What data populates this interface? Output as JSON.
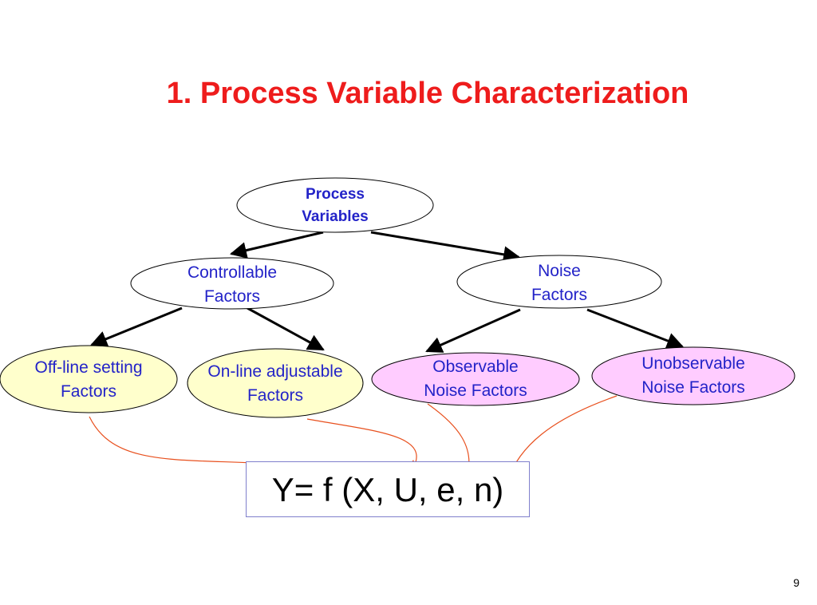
{
  "title": "1. Process Variable Characterization",
  "nodes": {
    "process_variables": {
      "line1": "Process",
      "line2": "Variables"
    },
    "controllable_factors": {
      "line1": "Controllable",
      "line2": "Factors"
    },
    "noise_factors": {
      "line1": "Noise",
      "line2": "Factors"
    },
    "offline_setting": {
      "line1": "Off-line setting",
      "line2": "Factors"
    },
    "online_adjustable": {
      "line1": "On-line adjustable",
      "line2": "Factors"
    },
    "observable_noise": {
      "line1": "Observable",
      "line2": "Noise Factors"
    },
    "unobservable_noise": {
      "line1": "Unobservable",
      "line2": "Noise Factors"
    }
  },
  "formula": "Y= f (X, U, e, n)",
  "page_number": "9",
  "colors": {
    "title": "#ee1c1c",
    "text": "#2323c8",
    "yellow_fill": "#ffffcc",
    "pink_fill": "#ffccff",
    "arrow_red": "#e8501e"
  }
}
